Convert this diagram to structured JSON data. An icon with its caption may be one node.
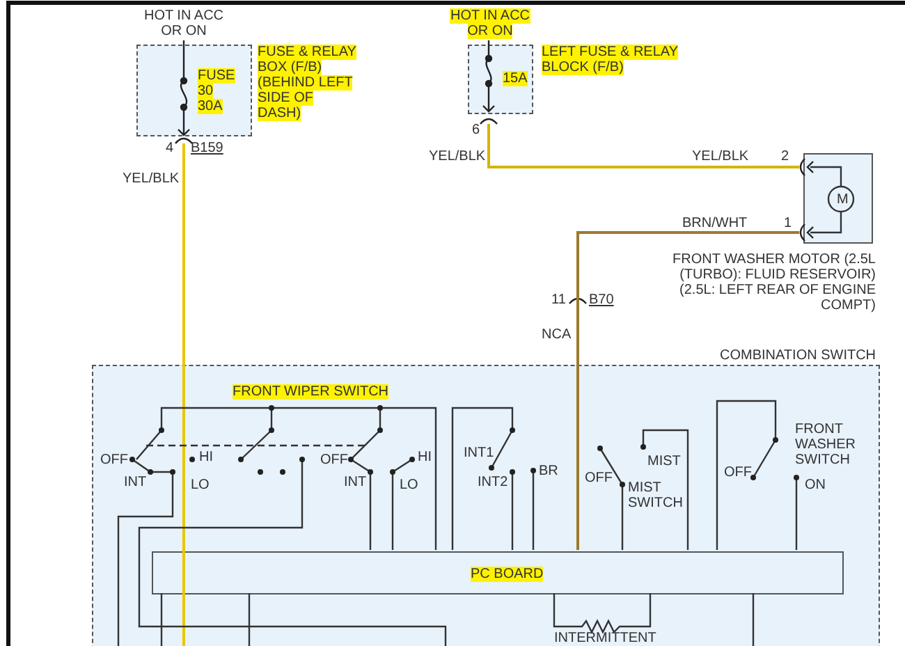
{
  "diagram": {
    "nodes": [
      {
        "text": [
          "FUSE 30 30A",
          "FUSE & RELAY BOX (F/B) (BEHIND LEFT SIDE OF DASH)"
        ],
        "beside": [
          "HOT IN ACC OR ON"
        ]
      },
      {
        "text": [
          "HOT IN ACC OR ON",
          "15A",
          "LEFT FUSE & RELAY BLOCK (F/B)"
        ]
      },
      {
        "text": [
          "M"
        ],
        "beside": [
          "FRONT WASHER MOTOR (2.5L (TURBO): FLUID RESERVOIR) (2.5L: LEFT REAR OF ENGINE COMPT)"
        ]
      },
      {
        "text": [
          "COMBINATION SWITCH"
        ]
      },
      {
        "text": [
          "PC BOARD"
        ],
        "in": 3
      }
    ],
    "edges": [
      {
        "from": 0,
        "to": null,
        "arrow": "none",
        "color": "#e6c800"
      },
      {
        "from": 1,
        "to": 2,
        "arrow": "none",
        "label": "YEL/BLK",
        "color": "#d4b400"
      },
      {
        "from": 2,
        "to": 4,
        "arrow": "none",
        "label": "BRN/WHT",
        "color": "#9c7a2e"
      }
    ],
    "labels": [
      "6",
      "4",
      "B159",
      "YEL/BLK",
      "YEL/BLK",
      "2",
      "1",
      "11",
      "B70",
      "NCA",
      "FRONT WIPER SWITCH",
      "OFF",
      "HI",
      "INT",
      "LO",
      "OFF",
      "HI",
      "INT",
      "LO",
      "INT1",
      "INT2",
      "BR",
      "MIST",
      "OFF",
      "MIST SWITCH",
      "OFF",
      "FRONT WASHER SWITCH",
      "ON",
      "INTERMITTENT"
    ]
  }
}
